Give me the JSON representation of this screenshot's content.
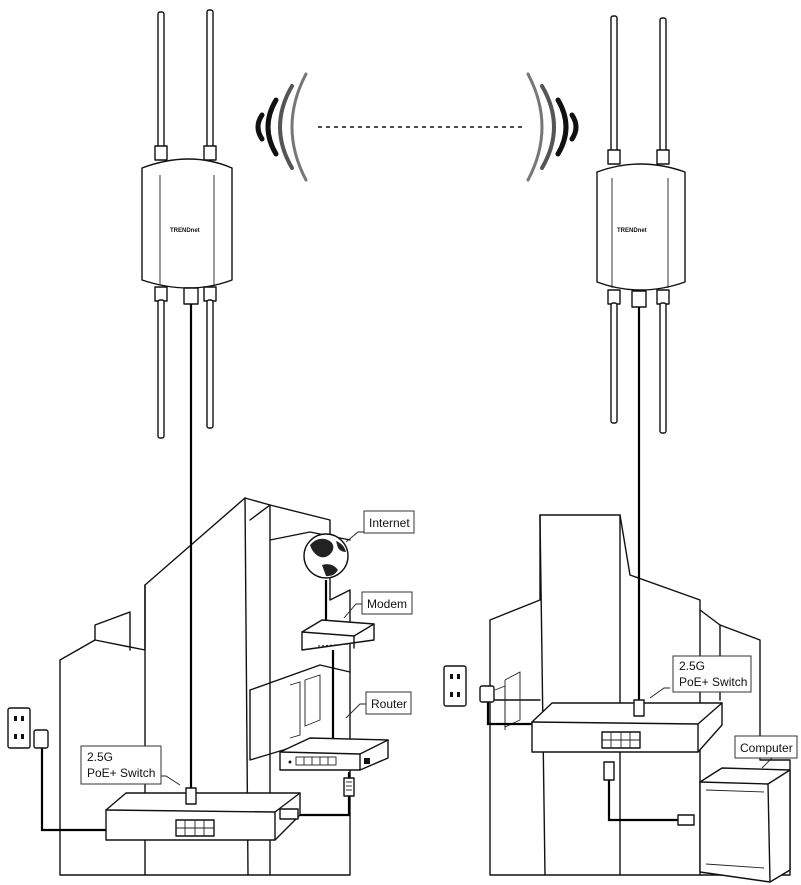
{
  "labels": {
    "internet": "Internet",
    "modem": "Modem",
    "router": "Router",
    "computer": "Computer",
    "switch_left_line1": "2.5G",
    "switch_left_line2": "PoE+ Switch",
    "switch_right_line1": "2.5G",
    "switch_right_line2": "PoE+ Switch"
  },
  "brand_text": "TRENDnet",
  "icons": [
    "access-point-icon",
    "wireless-signal-icon",
    "globe-icon",
    "modem-icon",
    "router-icon",
    "switch-icon",
    "power-outlet-icon",
    "power-adapter-icon",
    "computer-icon",
    "building-icon"
  ],
  "colors": {
    "line": "#111111",
    "background": "#ffffff"
  }
}
